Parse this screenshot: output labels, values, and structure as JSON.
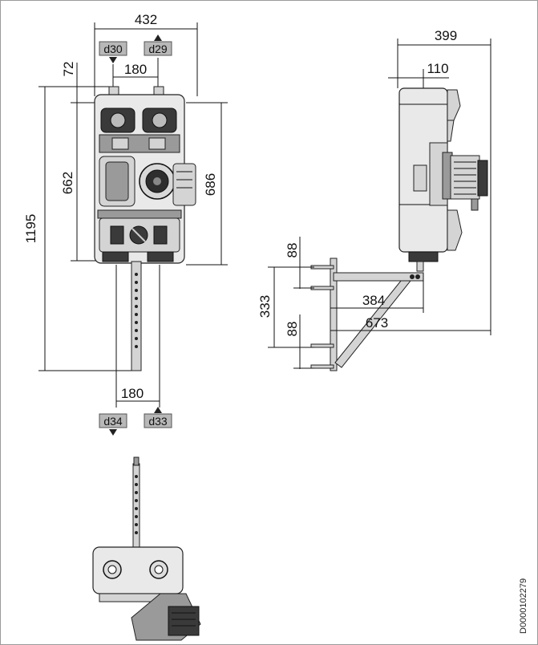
{
  "dimensions": {
    "front_width": "432",
    "top_spacing": "180",
    "top_offset": "72",
    "total_height": "1195",
    "inner_height": "662",
    "body_height": "686",
    "bottom_spacing": "180",
    "side_depth": "399",
    "side_offset": "110",
    "bracket_hole_upper": "88",
    "bracket_hole_lower": "88",
    "bracket_height": "333",
    "bracket_reach": "384",
    "total_depth": "673"
  },
  "connections": {
    "top_left": "d30",
    "top_right": "d29",
    "bottom_left": "d34",
    "bottom_right": "d33"
  },
  "drawing_code": "D0000102279",
  "colors": {
    "tag_fill": "#b8b8b8",
    "line": "#111111",
    "body": "#e9e9e9"
  }
}
